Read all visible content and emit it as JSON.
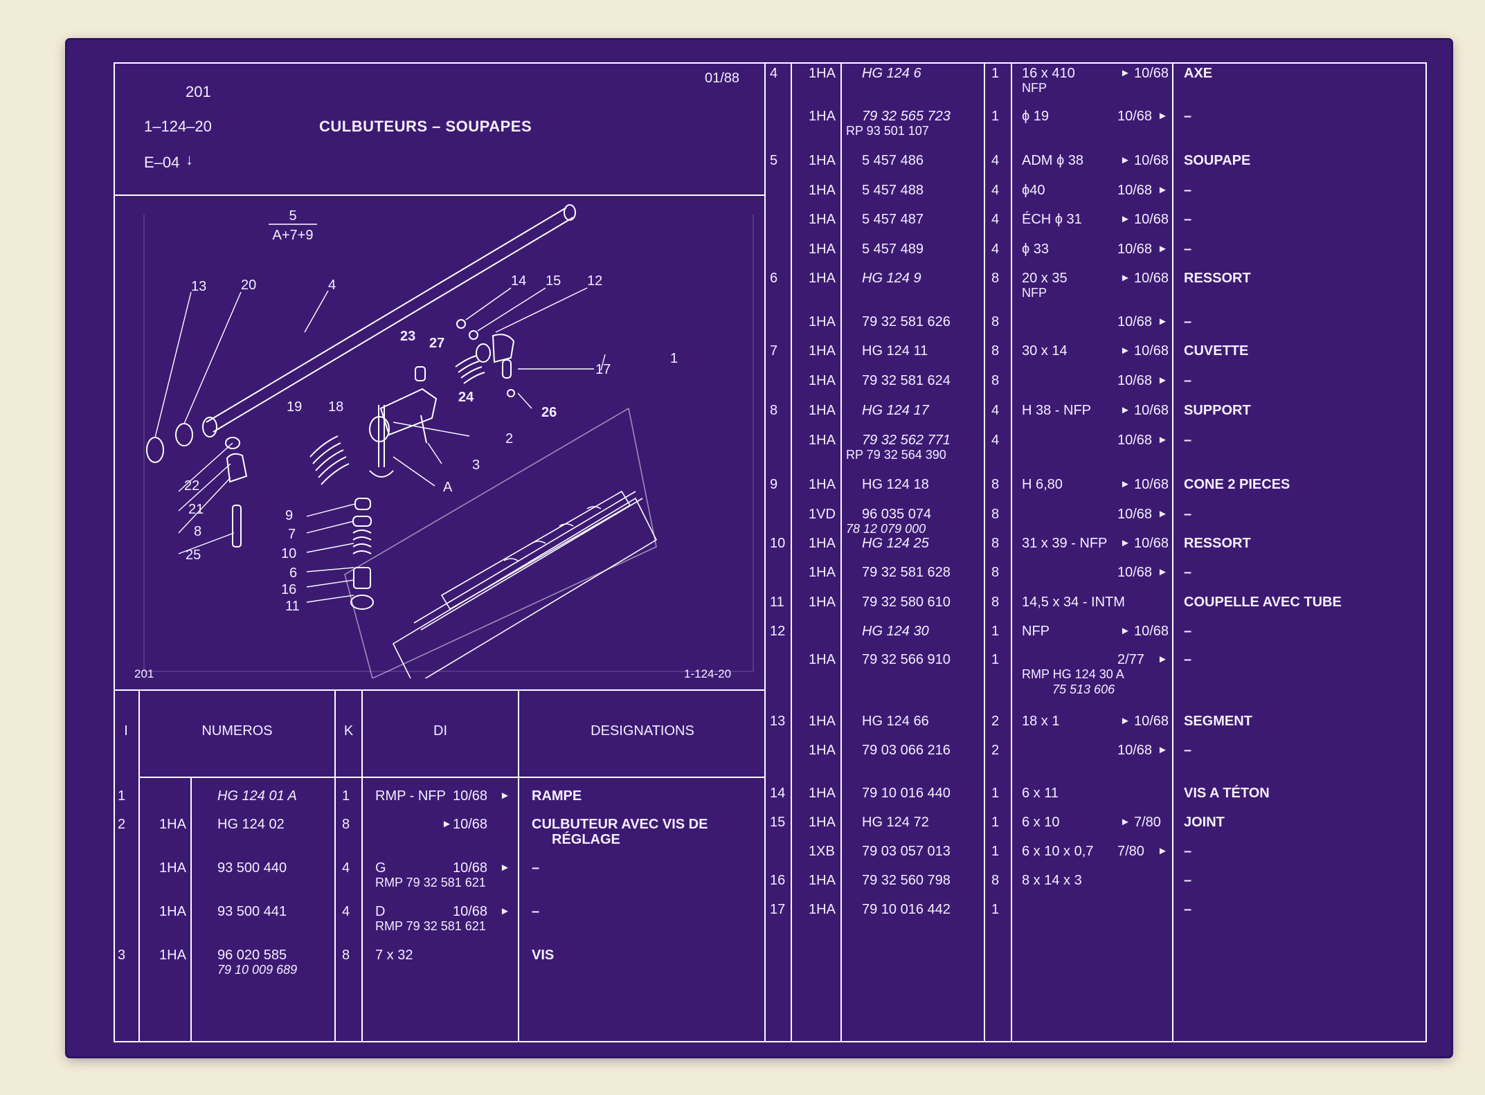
{
  "header": {
    "page_number": "201",
    "reference": "1–124–20",
    "title": "CULBUTEURS – SOUPAPES",
    "edition": "E–04",
    "edition_arrow": "↓",
    "date": "01/88"
  },
  "drawing": {
    "formula_top": "5",
    "formula_bottom": "A+7+9",
    "footer_left": "201",
    "footer_right": "1-124-20",
    "callouts": [
      "13",
      "20",
      "4",
      "14",
      "15",
      "12",
      "23",
      "27",
      "24",
      "17",
      "26",
      "19",
      "18",
      "2",
      "3",
      "1",
      "22",
      "21",
      "8",
      "25",
      "9",
      "7",
      "10",
      "6",
      "16",
      "11",
      "A"
    ]
  },
  "table_header": {
    "col_index": "I",
    "col_numeros": "NUMEROS",
    "col_k": "K",
    "col_di": "DI",
    "col_designations": "DESIGNATIONS"
  },
  "left_rows": [
    {
      "index": "1",
      "code": "",
      "number": "HG 124  01 A",
      "number2": "",
      "k": "1",
      "di": "RMP - NFP",
      "di_date": "10/68",
      "di_arrow": "►",
      "di2": "",
      "designation": "RAMPE",
      "designation2": ""
    },
    {
      "index": "2",
      "code": "1HA",
      "number": "HG 124  02",
      "number2": "",
      "k": "8",
      "di": "",
      "di_date": "10/68",
      "di_arrow_left": "►",
      "di2": "",
      "designation": "CULBUTEUR AVEC VIS DE",
      "designation2": "RÉGLAGE"
    },
    {
      "index": "",
      "code": "1HA",
      "number": "93 500 440",
      "number2": "",
      "k": "4",
      "di": "G",
      "di_date": "10/68",
      "di_arrow": "►",
      "di2": "RMP  79 32 581 621",
      "designation": "–",
      "designation2": ""
    },
    {
      "index": "",
      "code": "1HA",
      "number": "93 500 441",
      "number2": "",
      "k": "4",
      "di": "D",
      "di_date": "10/68",
      "di_arrow": "►",
      "di2": "RMP  79 32 581 621",
      "designation": "–",
      "designation2": ""
    },
    {
      "index": "3",
      "code": "1HA",
      "number": "96 020 585",
      "number2": "79  10  009  689",
      "k": "8",
      "di": "7 x 32",
      "di_date": "",
      "di2": "",
      "designation": "VIS",
      "designation2": ""
    }
  ],
  "right_rows": [
    {
      "index": "4",
      "code": "1HA",
      "number": "HG  124     6",
      "number_italic": true,
      "number2": "",
      "k": "1",
      "di": "16 x 410",
      "di2": "NFP",
      "date": "10/68",
      "arrow": "left",
      "designation": "AXE"
    },
    {
      "index": "",
      "code": "1HA",
      "number": "79  32  565  723",
      "number_italic": true,
      "number2": "RP 93  501  107",
      "k": "1",
      "di": "ϕ 19",
      "di2": "",
      "date": "10/68",
      "arrow": "right",
      "designation": "–"
    },
    {
      "index": "5",
      "code": "1HA",
      "number": "5  457  486",
      "number2": "",
      "k": "4",
      "di": "ADM ϕ 38",
      "di2": "",
      "date": "10/68",
      "arrow": "left",
      "designation": "SOUPAPE"
    },
    {
      "index": "",
      "code": "1HA",
      "number": "5  457  488",
      "number2": "",
      "k": "4",
      "di": "ϕ40",
      "di2": "",
      "date": "10/68",
      "arrow": "right",
      "designation": "–"
    },
    {
      "index": "",
      "code": "1HA",
      "number": "5  457  487",
      "number2": "",
      "k": "4",
      "di": "ÉCH ϕ 31",
      "di2": "",
      "date": "10/68",
      "arrow": "left",
      "designation": "–"
    },
    {
      "index": "",
      "code": "1HA",
      "number": "5  457  489",
      "number2": "",
      "k": "4",
      "di": "ϕ 33",
      "di2": "",
      "date": "10/68",
      "arrow": "right",
      "designation": "–"
    },
    {
      "index": "6",
      "code": "1HA",
      "number": "HG  124     9",
      "number_italic": true,
      "number2": "",
      "k": "8",
      "di": "20 x 35",
      "di2": "NFP",
      "date": "10/68",
      "arrow": "left",
      "designation": "RESSORT"
    },
    {
      "index": "",
      "code": "1HA",
      "number": "79  32  581  626",
      "number2": "",
      "k": "8",
      "di": "",
      "di2": "",
      "date": "10/68",
      "arrow": "right",
      "designation": "–"
    },
    {
      "index": "7",
      "code": "1HA",
      "number": "HG  124    11",
      "number2": "",
      "k": "8",
      "di": "30 x 14",
      "di2": "",
      "date": "10/68",
      "arrow": "left",
      "designation": "CUVETTE"
    },
    {
      "index": "",
      "code": "1HA",
      "number": "79  32  581  624",
      "number2": "",
      "k": "8",
      "di": "",
      "di2": "",
      "date": "10/68",
      "arrow": "right",
      "designation": "–"
    },
    {
      "index": "8",
      "code": "1HA",
      "number": "HG  124    17",
      "number_italic": true,
      "number2": "",
      "k": "4",
      "di": "H 38 - NFP",
      "di2": "",
      "date": "10/68",
      "arrow": "left",
      "designation": "SUPPORT"
    },
    {
      "index": "",
      "code": "1HA",
      "number": "79  32  562  771",
      "number_italic": true,
      "number2": "RP 79  32  564  390",
      "k": "4",
      "di": "",
      "di2": "",
      "date": "10/68",
      "arrow": "right",
      "designation": "–"
    },
    {
      "index": "9",
      "code": "1HA",
      "number": "HG  124    18",
      "number2": "",
      "k": "8",
      "di": "H 6,80",
      "di2": "",
      "date": "10/68",
      "arrow": "left",
      "designation": "CONE 2 PIECES"
    },
    {
      "index": "",
      "code": "1VD",
      "number": "96  035  074",
      "number2": "78 12 079 000",
      "number2_italic": true,
      "k": "8",
      "di": "",
      "di2": "",
      "date": "10/68",
      "arrow": "right",
      "designation": "–"
    },
    {
      "index": "10",
      "code": "1HA",
      "number": "HG  124    25",
      "number_italic": true,
      "number2": "",
      "k": "8",
      "di": "31 x 39 - NFP",
      "di2": "",
      "date": "10/68",
      "arrow": "left",
      "designation": "RESSORT"
    },
    {
      "index": "",
      "code": "1HA",
      "number": "79  32  581  628",
      "number2": "",
      "k": "8",
      "di": "",
      "di2": "",
      "date": "10/68",
      "arrow": "right",
      "designation": "–"
    },
    {
      "index": "11",
      "code": "1HA",
      "number": "79  32  580  610",
      "number2": "",
      "k": "8",
      "di": "14,5 x 34 - INTM",
      "di2": "",
      "date": "",
      "arrow": "",
      "designation": "COUPELLE AVEC TUBE"
    },
    {
      "index": "12",
      "code": "",
      "number": "HG  124    30",
      "number_italic": true,
      "number2": "",
      "k": "1",
      "di": "NFP",
      "di2": "",
      "date": "10/68",
      "arrow": "left",
      "designation": "–"
    },
    {
      "index": "",
      "code": "1HA",
      "number": "79  32  566  910",
      "number2": "",
      "k": "1",
      "di": "",
      "di2": "RMP  HG 124 30 A",
      "di3": "75  513  606",
      "date": "2/77",
      "arrow": "right",
      "designation": "–"
    },
    {
      "index": "13",
      "code": "1HA",
      "number": "HG  124    66",
      "number2": "",
      "k": "2",
      "di": "18 x 1",
      "di2": "",
      "date": "10/68",
      "arrow": "left",
      "designation": "SEGMENT"
    },
    {
      "index": "",
      "code": "1HA",
      "number": "79  03  066  216",
      "number2": "",
      "k": "2",
      "di": "",
      "di2": "",
      "date": "10/68",
      "arrow": "right",
      "designation": "–"
    },
    {
      "index": "14",
      "code": "1HA",
      "number": "79  10  016  440",
      "number2": "",
      "k": "1",
      "di": "6 x 11",
      "di2": "",
      "date": "",
      "arrow": "",
      "designation": "VIS A TÉTON"
    },
    {
      "index": "15",
      "code": "1HA",
      "number": "HG  124    72",
      "number2": "",
      "k": "1",
      "di": "6 x 10",
      "di2": "",
      "date": "7/80",
      "arrow": "left",
      "designation": "JOINT"
    },
    {
      "index": "",
      "code": "1XB",
      "number": "79  03  057  013",
      "number2": "",
      "k": "1",
      "di": "6 x 10 x 0,7",
      "di2": "",
      "date": "7/80",
      "arrow": "right",
      "designation": "–"
    },
    {
      "index": "16",
      "code": "1HA",
      "number": "79  32  560  798",
      "number2": "",
      "k": "8",
      "di": "8 x 14 x 3",
      "di2": "",
      "date": "",
      "arrow": "",
      "designation": "–"
    },
    {
      "index": "17",
      "code": "1HA",
      "number": "79  10  016  442",
      "number2": "",
      "k": "1",
      "di": "",
      "di2": "",
      "date": "",
      "arrow": "",
      "designation": "–"
    }
  ],
  "colors": {
    "sheet": "#3c1a72",
    "ink": "#ffffff",
    "paper": "#f1ecd7"
  }
}
